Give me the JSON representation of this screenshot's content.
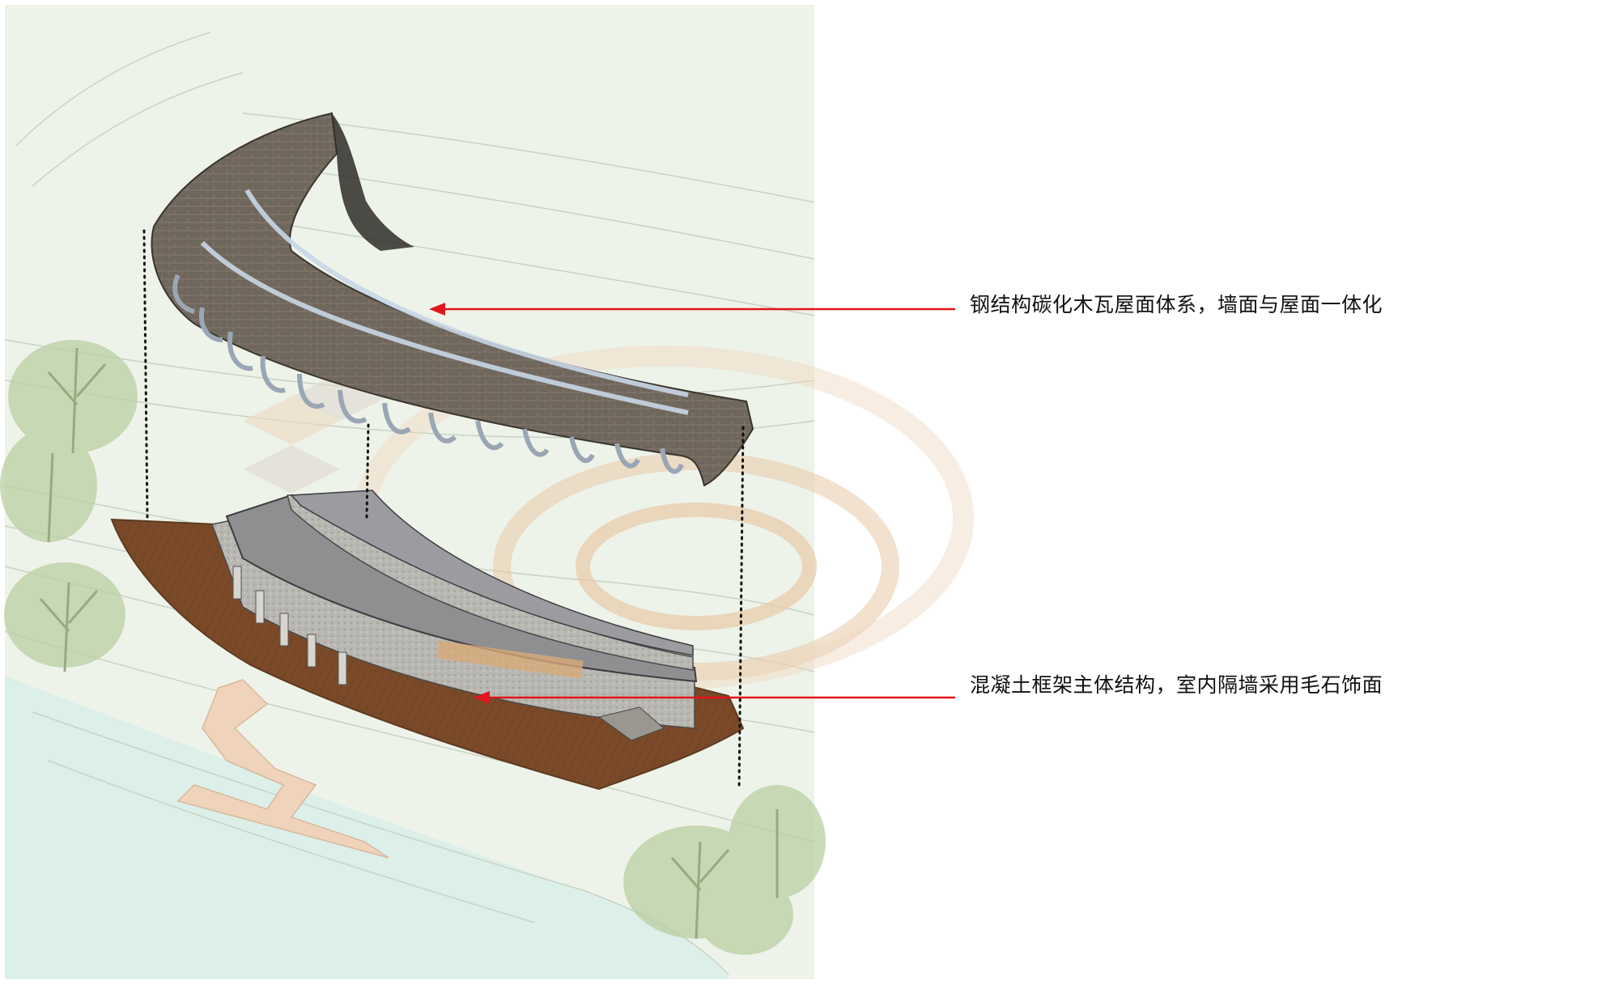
{
  "annotations": {
    "roof": "钢结构碳化木瓦屋面体系，墙面与屋面一体化",
    "frame": "混凝土框架主体结构，室内隔墙采用毛石饰面"
  },
  "colors": {
    "background": "#ffffff",
    "site_panel": "#eef3ea",
    "water": "#dcefe9",
    "roof_tile": "#6f665c",
    "deck": "#7a4a28",
    "frame": "#8f8f92",
    "leader_line": "#e3141b",
    "tree": "#b9cfa3",
    "plaza_ring": "#e8c9a6"
  },
  "icons": {
    "arrowhead": "red-arrowhead",
    "dotted_connector": "dotted-guide-line"
  }
}
